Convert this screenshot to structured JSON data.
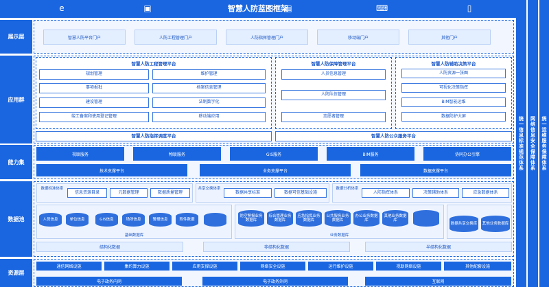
{
  "title": "智慧人防蓝图框架",
  "row_labels": {
    "display": "展示层",
    "app": "应用群",
    "capability": "能力集",
    "data": "数据池",
    "resource": "资源层"
  },
  "display_items": [
    "智慧人防平台门户",
    "人防工程管理门户",
    "人防指挥管理门户",
    "移动端门户",
    "其他门户"
  ],
  "app": {
    "engineering": {
      "title": "智慧人防工程管理平台",
      "items": [
        "规划管理",
        "维护管理",
        "事项报批",
        "档案信息管理",
        "建设管理",
        "法制数字化",
        "竣工备案和使用登记管理",
        "移动端应用"
      ]
    },
    "security": {
      "title": "智慧人防保障管理平台",
      "items": [
        "人员信息管理",
        "人防队伍管理",
        "志愿者管理"
      ]
    },
    "decision": {
      "title": "智慧人防辅助决策平台",
      "items": [
        "人防资源一张图",
        "可视化决策指挥",
        "BIM智能运维",
        "数据防护大屏"
      ]
    },
    "command_title": "智慧人防指挥调度平台",
    "public_title": "智慧人防公众服务平台"
  },
  "capability": {
    "services": [
      "视联服务",
      "物联服务",
      "GIS服务",
      "BIM服务",
      "协同办公引擎"
    ],
    "platforms": [
      "技术支撑平台",
      "业务支撑平台",
      "数据支撑平台"
    ]
  },
  "data": {
    "sys1_label": "数据标准体系",
    "sys1_items": [
      "信息资源目录",
      "元数据管理",
      "数据质量管理"
    ],
    "sys2_label": "共享交换体系",
    "sys2_items": [
      "数据共享标准",
      "数据可信基础设施"
    ],
    "sys3_label": "数据分析体系",
    "sys3_items": [
      "人防指挥体系",
      "决策辅助体系",
      "应急数据体系"
    ],
    "basic_db": [
      "人员信息",
      "单位信息",
      "GIS信息",
      "场所信息",
      "警报信息",
      "附件数据"
    ],
    "basic_db_label": "基础数据库",
    "biz_db": [
      "防空警报业务数据库",
      "综合管理业务数据库",
      "应急指挥业务数据库",
      "公共服务业务数据库",
      "办公业务数据库",
      "其他业务数据库"
    ],
    "biz_db_label": "业务数据库",
    "share_db": [
      "数据共享交换库",
      "其他业务数据库"
    ],
    "bottom": [
      "结构化数据",
      "非结构化数据",
      "半结构化数据"
    ]
  },
  "resource": {
    "items": [
      "通信网络设施",
      "集约算力设施",
      "应用支撑设施",
      "网络安全设施",
      "运行维护设施",
      "视联网络设施",
      "其他配套设施"
    ],
    "networks": [
      "电子政务内网",
      "电子政务外网",
      "互联网"
    ]
  },
  "side_bars": [
    "统一信息标准规范体系",
    "网络信息安全保障体系",
    "统一运维服务保障体系"
  ],
  "icons": [
    "browser-icon",
    "tablet-icon",
    "document-icon",
    "keyboard-icon",
    "mobile-icon"
  ]
}
